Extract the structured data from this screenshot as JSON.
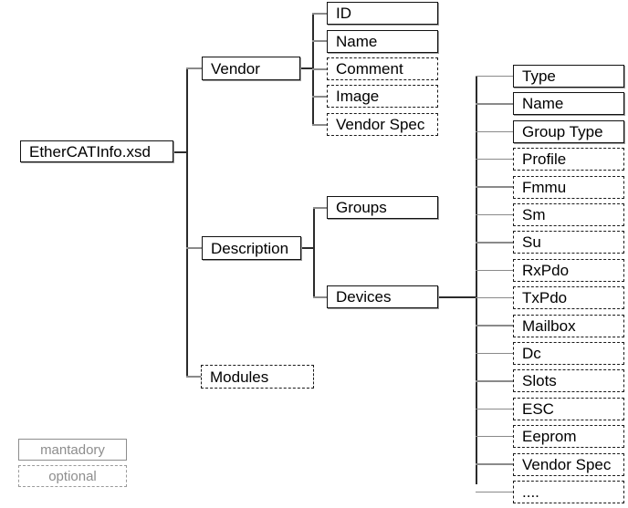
{
  "diagram": {
    "title_node": {
      "label": "EtherCATInfo.xsd",
      "type": "mandatory"
    },
    "level1": [
      {
        "label": "Vendor",
        "type": "mandatory"
      },
      {
        "label": "Description",
        "type": "mandatory"
      },
      {
        "label": "Modules",
        "type": "optional"
      }
    ],
    "vendor_children": [
      {
        "label": "ID",
        "type": "mandatory"
      },
      {
        "label": "Name",
        "type": "mandatory"
      },
      {
        "label": "Comment",
        "type": "optional"
      },
      {
        "label": "Image",
        "type": "optional"
      },
      {
        "label": "Vendor Spec",
        "type": "optional"
      }
    ],
    "description_children": [
      {
        "label": "Groups",
        "type": "mandatory"
      },
      {
        "label": "Devices",
        "type": "mandatory"
      }
    ],
    "devices_children": [
      {
        "label": "Type",
        "type": "mandatory"
      },
      {
        "label": "Name",
        "type": "mandatory"
      },
      {
        "label": "Group Type",
        "type": "mandatory"
      },
      {
        "label": "Profile",
        "type": "optional"
      },
      {
        "label": "Fmmu",
        "type": "optional"
      },
      {
        "label": "Sm",
        "type": "optional"
      },
      {
        "label": "Su",
        "type": "optional"
      },
      {
        "label": "RxPdo",
        "type": "optional"
      },
      {
        "label": "TxPdo",
        "type": "optional"
      },
      {
        "label": "Mailbox",
        "type": "optional"
      },
      {
        "label": "Dc",
        "type": "optional"
      },
      {
        "label": "Slots",
        "type": "optional"
      },
      {
        "label": "ESC",
        "type": "optional"
      },
      {
        "label": "Eeprom",
        "type": "optional"
      },
      {
        "label": "Vendor Spec",
        "type": "optional"
      },
      {
        "label": "....",
        "type": "optional"
      }
    ],
    "legend": [
      {
        "label": "mantadory",
        "type": "mandatory"
      },
      {
        "label": "optional",
        "type": "optional"
      }
    ],
    "colors": {
      "line": "#2b2b2b",
      "line_grey": "#8a8a8a",
      "box_border": "#111111",
      "legend_text": "#8d8d8d",
      "background": "#ffffff"
    }
  }
}
